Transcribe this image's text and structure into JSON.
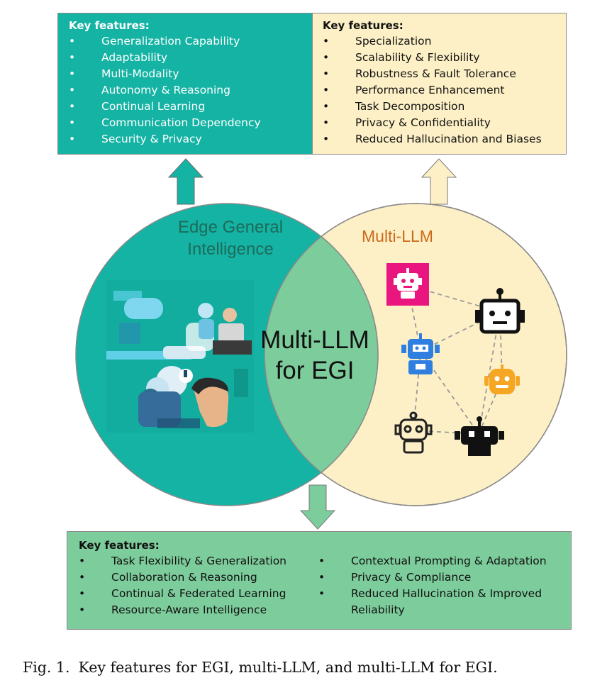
{
  "egi_features": {
    "header": "Key features:",
    "items": [
      "Generalization Capability",
      "Adaptability",
      "Multi-Modality",
      "Autonomy & Reasoning",
      "Continual Learning",
      "Communication Dependency",
      "Security & Privacy"
    ]
  },
  "mllm_features": {
    "header": "Key features:",
    "items": [
      "Specialization",
      "Scalability & Flexibility",
      "Robustness & Fault Tolerance",
      "Performance Enhancement",
      "Task Decomposition",
      "Privacy & Confidentiality",
      "Reduced Hallucination and Biases"
    ]
  },
  "combined_features": {
    "header": "Key features:",
    "left_items": [
      "Task Flexibility & Generalization",
      "Collaboration & Reasoning",
      "Continual & Federated Learning",
      "Resource-Aware Intelligence"
    ],
    "right_items": [
      "Contextual Prompting & Adaptation",
      "Privacy & Compliance",
      "Reduced Hallucination & Improved Reliability"
    ]
  },
  "venn": {
    "left_label": "Edge General Intelligence",
    "right_label": "Multi-LLM",
    "center_label": "Multi-LLM for EGI"
  },
  "caption": {
    "prefix": "Fig. 1.",
    "text": "Key features for EGI, multi-LLM, and multi-LLM for EGI."
  },
  "colors": {
    "egi": "#14b3a4",
    "mllm": "#fdf0c6",
    "intersection": "#7dcc9b",
    "mllm_label": "#cc6a1a",
    "egi_label": "#1e6b5a",
    "robot_pink": "#e8167e",
    "robot_blue": "#2f7fe0",
    "robot_orange": "#f5a623"
  },
  "icons": [
    "robot-icon-pink",
    "robot-icon-black",
    "robot-icon-blue",
    "robot-icon-orange",
    "robot-icon-outline",
    "robot-icon-dark",
    "edge-ai-illustration"
  ]
}
